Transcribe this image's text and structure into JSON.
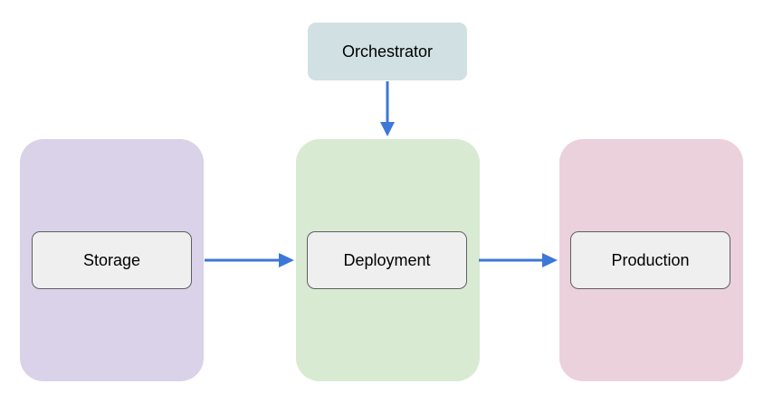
{
  "colors": {
    "storage_zone": "#d9d2e9",
    "deployment_zone": "#d9ead3",
    "production_zone": "#ead1dc",
    "node_fill": "#efefef",
    "orchestrator_fill": "#d0e0e3",
    "arrow": "#3c78d8"
  },
  "nodes": {
    "orchestrator": "Orchestrator",
    "storage": "Storage",
    "deployment": "Deployment",
    "production": "Production"
  },
  "edges": [
    {
      "from": "orchestrator",
      "to": "deployment"
    },
    {
      "from": "storage",
      "to": "deployment"
    },
    {
      "from": "deployment",
      "to": "production"
    }
  ]
}
